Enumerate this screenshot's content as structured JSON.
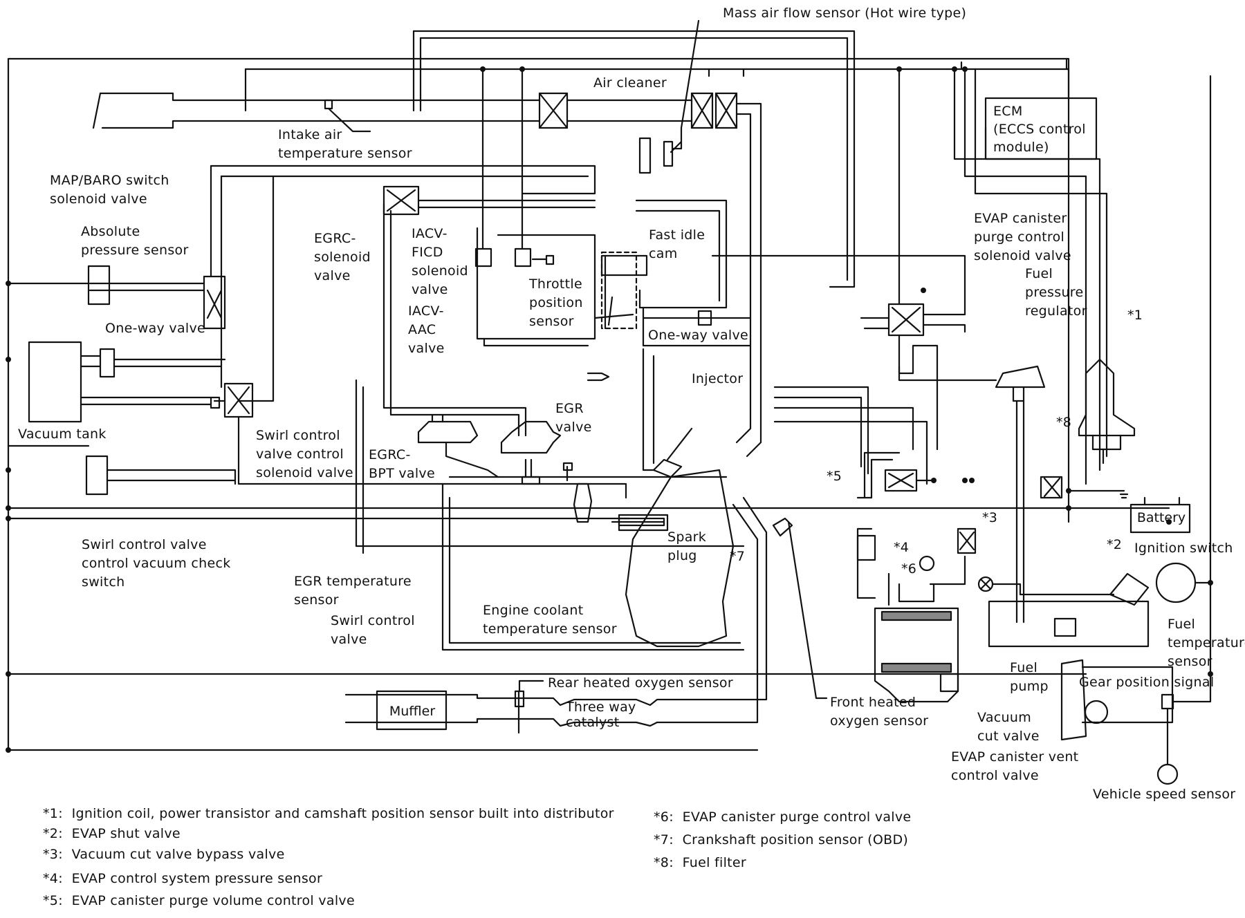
{
  "labels": {
    "maf": "Mass air flow sensor (Hot wire type)",
    "air_cleaner": "Air cleaner",
    "ecm": "ECM\n(ECCS control\nmodule)",
    "intake_air_temp": "Intake air\ntemperature sensor",
    "map_baro": "MAP/BARO switch\nsolenoid valve",
    "abs_pressure": "Absolute\npressure sensor",
    "one_way_left": "One-way valve",
    "vacuum_tank": "Vacuum tank",
    "egrc_solenoid": "EGRC-\nsolenoid\nvalve",
    "iacv_ficd": "IACV-\nFICD\nsolenoid\nvalve",
    "iacv_aac": "IACV-\nAAC\nvalve",
    "fast_idle": "Fast idle\ncam",
    "throttle_pos": "Throttle\nposition\nsensor",
    "one_way_right": "One-way valve",
    "evap_purge_ctrl": "EVAP canister\npurge control\nsolenoid valve",
    "fuel_press_reg": "Fuel\npressure\nregulator",
    "note_1": "*1",
    "injector": "Injector",
    "egr_valve": "EGR\nvalve",
    "note_8": "*8",
    "swirl_solenoid": "Swirl control\nvalve control\nsolenoid valve",
    "egrc_bpt": "EGRC-\nBPT valve",
    "note_5": "*5",
    "battery": "Battery",
    "note_3": "*3",
    "note_2": "*2",
    "ignition_switch": "Ignition switch",
    "spark_plug": "Spark\nplug",
    "note_7": "*7",
    "note_4": "*4",
    "note_6": "*6",
    "swirl_check": "Swirl control valve\ncontrol vacuum check\nswitch",
    "egr_temp": "EGR temperature\nsensor",
    "swirl_valve": "Swirl control\nvalve",
    "coolant_temp": "Engine coolant\ntemperature sensor",
    "fuel_temp": "Fuel\ntemperature\nsensor",
    "fuel_pump": "Fuel\npump",
    "gear_pos": "Gear position signal",
    "rear_o2": "Rear heated oxygen sensor",
    "muffler": "Muffler",
    "catalyst": "Three way\ncatalyst",
    "front_o2": "Front heated\noxygen sensor",
    "vacuum_cut": "Vacuum\ncut valve",
    "evap_vent": "EVAP canister vent\ncontrol valve",
    "vss": "Vehicle speed sensor"
  },
  "footnotes": {
    "f1": "*1:  Ignition coil, power transistor and camshaft position sensor built into distributor",
    "f2": "*2:  EVAP shut valve",
    "f3": "*3:  Vacuum cut valve bypass valve",
    "f4": "*4:  EVAP control system pressure sensor",
    "f5": "*5:  EVAP canister purge volume control valve",
    "f6": "*6:  EVAP canister purge control valve",
    "f7": "*7:  Crankshaft position sensor (OBD)",
    "f8": "*8:  Fuel filter"
  }
}
